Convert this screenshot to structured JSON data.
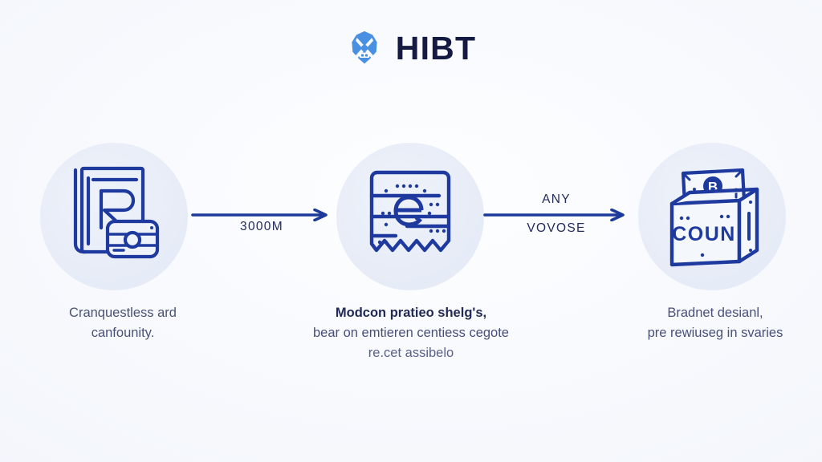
{
  "header": {
    "logo_icon": "hibt-gem-logo-icon",
    "brand_name": "HIBT",
    "brand_color": "#4a90e2",
    "wordmark_color": "#151a43"
  },
  "theme": {
    "background": "#f8fafd",
    "circle_fill": "#e7ecf7",
    "line_art": "#1e3a9e",
    "arrow_color": "#1b3a9c",
    "caption_color": "#41486f"
  },
  "steps": [
    {
      "id": "step-1",
      "icon": "document-with-wallet-icon",
      "caption_lines": [
        {
          "text": "Cranquestless ard",
          "style": "normal"
        },
        {
          "text": "canfounity.",
          "style": "normal"
        }
      ]
    },
    {
      "id": "step-2",
      "icon": "receipt-with-e-icon",
      "caption_lines": [
        {
          "text": "Modcon pratieo shelg's,",
          "style": "strong"
        },
        {
          "text": "bear on emtieren centiess cegote",
          "style": "dim"
        },
        {
          "text": "re.cet assibelo",
          "style": "dimmer"
        }
      ]
    },
    {
      "id": "step-3",
      "icon": "box-with-bitcoin-banknote-icon",
      "caption_lines": [
        {
          "text": "Bradnet desianl,",
          "style": "normal"
        },
        {
          "text": "pre rewiuseg in svaries",
          "style": "normal"
        }
      ]
    }
  ],
  "connectors": [
    {
      "id": "connector-1",
      "icon": "arrow-right-icon",
      "label_above": "",
      "label_below": "3000M"
    },
    {
      "id": "connector-2",
      "icon": "arrow-right-icon",
      "label_above": "ANY",
      "label_below": "VOVOSE"
    }
  ]
}
